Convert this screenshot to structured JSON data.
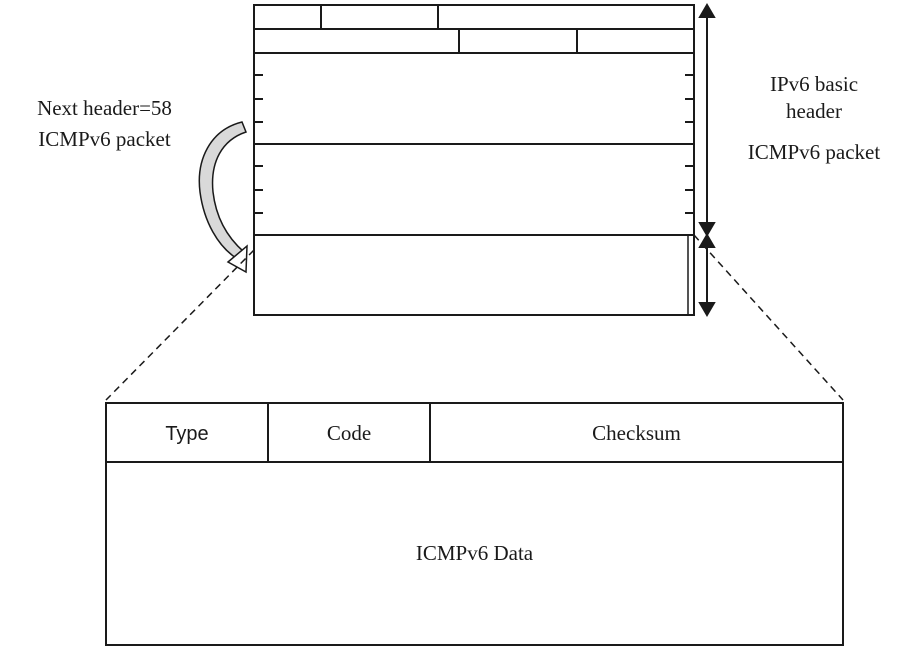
{
  "left_annotation": {
    "line1": "Next header=58",
    "line2": "ICMPv6 packet"
  },
  "right_annotation": {
    "line1": "IPv6 basic",
    "line2": "header",
    "line3": "ICMPv6 packet"
  },
  "icmpv6_header": {
    "type_label": "Type",
    "code_label": "Code",
    "checksum_label": "Checksum",
    "data_label": "ICMPv6 Data"
  }
}
